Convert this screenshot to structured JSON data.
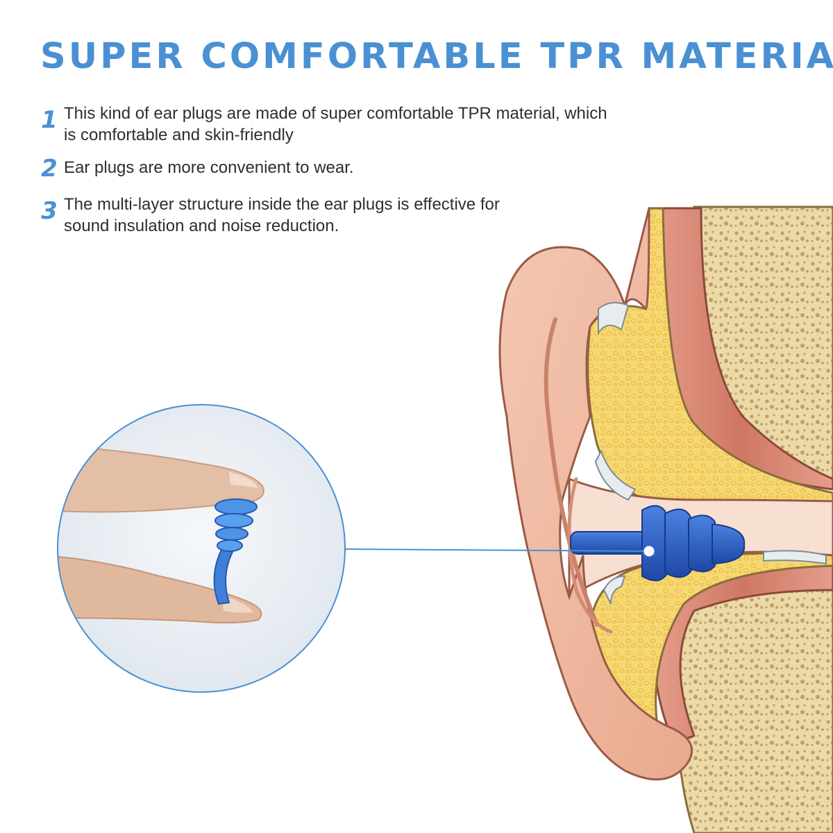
{
  "headline": "SUPER COMFORTABLE TPR MATERIAL",
  "features": [
    {
      "number": "1",
      "text": "This kind of ear plugs are made of super comfortable TPR material, which is comfortable and skin-friendly"
    },
    {
      "number": "2",
      "text": "Ear plugs are more convenient to wear."
    },
    {
      "number": "3",
      "text": "The multi-layer structure inside the ear plugs is effective for sound insulation and noise reduction."
    }
  ],
  "colors": {
    "accent": "#4a90d3",
    "text": "#2e2e2e",
    "skin": "#f0bfa6",
    "cartilage": "#f5d77a",
    "bone": "#ecd9a6",
    "muscle": "#d98a78",
    "earplug": "#2f62c9"
  },
  "illustrations": {
    "left_inset": "fingers-holding-earplug",
    "right_diagram": "ear-cross-section-with-earplug"
  }
}
